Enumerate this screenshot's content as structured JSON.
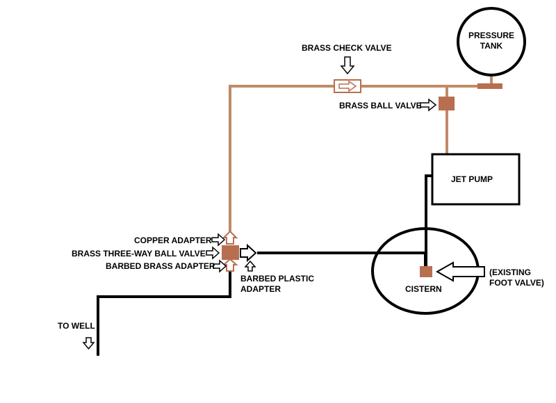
{
  "labels": {
    "pressure_tank": [
      "PRESSURE",
      "TANK"
    ],
    "check_valve": "BRASS CHECK VALVE",
    "ball_valve": "BRASS BALL VALVE",
    "jet_pump": "JET PUMP",
    "copper_adapter": "COPPER ADAPTER",
    "three_way_valve": "BRASS THREE-WAY BALL VALVE",
    "barbed_brass_adapter": "BARBED BRASS ADAPTER",
    "barbed_plastic_adapter": [
      "BARBED PLASTIC",
      "ADAPTER"
    ],
    "to_well": "TO WELL",
    "cistern": "CISTERN",
    "foot_valve": [
      "(EXISTING",
      "FOOT VALVE)"
    ]
  },
  "colors": {
    "copper_pipe": "#c08b66",
    "fitting": "#b86f4f",
    "plastic_pipe": "#000000",
    "outline": "#000000"
  }
}
